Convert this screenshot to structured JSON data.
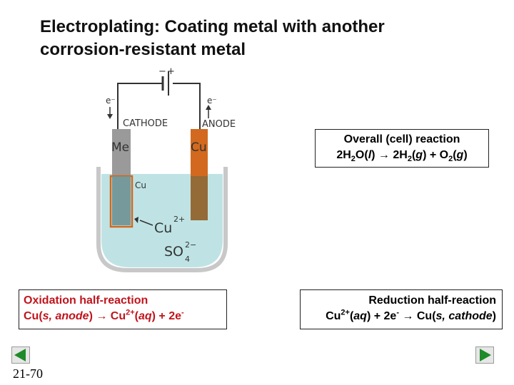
{
  "title": {
    "line1": "Electroplating: Coating metal with another",
    "line2": "corrosion-resistant metal"
  },
  "diagram": {
    "battery_minus": "−",
    "battery_plus": "+",
    "electron_left": "e⁻",
    "electron_right": "e⁻",
    "cathode_label": "CATHODE",
    "anode_label": "ANODE",
    "cathode_metal": "Me",
    "anode_metal": "Cu",
    "coating_label": "Cu",
    "ion_cu": "Cu",
    "ion_cu_charge": "2+",
    "ion_so4": "SO",
    "ion_so4_sub": "4",
    "ion_so4_charge": "2−"
  },
  "overall": {
    "heading": "Overall (cell) reaction",
    "eq_a": "2H",
    "eq_a_sub": "2",
    "eq_b": "O(",
    "eq_b_state": "l",
    "eq_c": ") → 2H",
    "eq_c_sub": "2",
    "eq_d": "(",
    "eq_d_state": "g",
    "eq_e": ") + O",
    "eq_e_sub": "2",
    "eq_f": "(",
    "eq_f_state": "g",
    "eq_g": ")"
  },
  "oxidation": {
    "heading": "Oxidation half-reaction",
    "eq_a": "Cu(",
    "eq_a_state": "s, anode",
    "eq_b": ") → Cu",
    "eq_b_sup": "2+",
    "eq_c": "(",
    "eq_c_state": "aq",
    "eq_d": ") + 2e",
    "eq_d_sup": "-"
  },
  "reduction": {
    "heading": "Reduction half-reaction",
    "eq_a": "Cu",
    "eq_a_sup": "2+",
    "eq_b": "(",
    "eq_b_state": "aq",
    "eq_c": ") + 2e",
    "eq_c_sup": "-",
    "eq_d": " → Cu(",
    "eq_d_state": "s, cathode",
    "eq_e": ")"
  },
  "slide_number": "21-70",
  "colors": {
    "solution": "#bfe3e4",
    "cathode": "#9a9a9a",
    "anode": "#d2691e",
    "accent_red": "#c0141c",
    "nav_green": "#1f8a2a"
  }
}
